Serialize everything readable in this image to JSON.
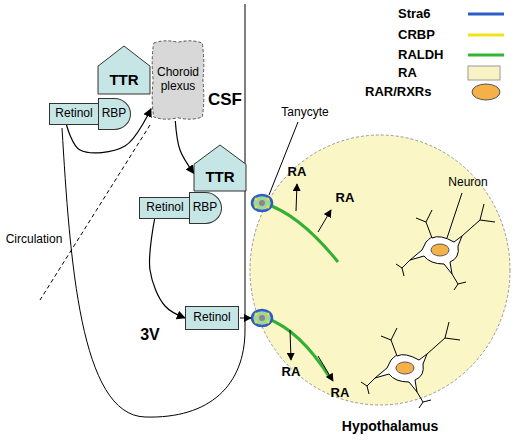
{
  "diagram": {
    "nodes": [
      {
        "text": [
          "TTR"
        ]
      },
      {
        "text": [
          "Retinol"
        ]
      },
      {
        "text": [
          "RBP"
        ]
      },
      {
        "text": [
          "Choroid plexus"
        ]
      },
      {
        "text": [
          "TTR"
        ]
      },
      {
        "text": [
          "Retinol"
        ]
      },
      {
        "text": [
          "RBP"
        ]
      },
      {
        "text": [
          "Retinol"
        ]
      }
    ],
    "edges": [
      {
        "from": 1,
        "to": 3,
        "arrow": "to"
      },
      {
        "from": 3,
        "to": 4,
        "arrow": "to"
      },
      {
        "from": 5,
        "to": 7,
        "arrow": "to"
      }
    ],
    "labels": [
      "Circulation",
      "CSF",
      "3V",
      "Tanycyte",
      "Neuron",
      "RA",
      "RA",
      "RA",
      "RA",
      "Hypothalamus"
    ],
    "legend": [
      {
        "text": "Stra6"
      },
      {
        "text": "CRBP"
      },
      {
        "text": "RALDH"
      },
      {
        "text": "RA",
        "color": "#f8f3c4"
      },
      {
        "text": "RAR/RXRs"
      }
    ]
  }
}
